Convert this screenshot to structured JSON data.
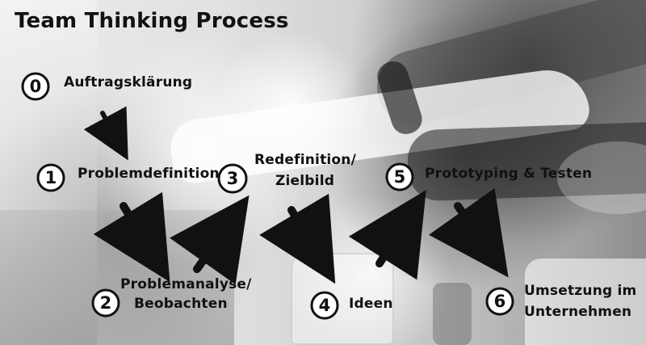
{
  "title": "Team Thinking Process",
  "steps": [
    {
      "number": "0",
      "lines": [
        "Auftragsklärung"
      ]
    },
    {
      "number": "1",
      "lines": [
        "Problemdefinition"
      ]
    },
    {
      "number": "2",
      "lines": [
        "Problemanalyse/",
        "Beobachten"
      ]
    },
    {
      "number": "3",
      "lines": [
        "Redefinition/",
        "Zielbild"
      ]
    },
    {
      "number": "4",
      "lines": [
        "Ideen"
      ]
    },
    {
      "number": "5",
      "lines": [
        "Prototyping & Testen"
      ]
    },
    {
      "number": "6",
      "lines": [
        "Umsetzung im",
        "Unternehmen"
      ]
    }
  ]
}
